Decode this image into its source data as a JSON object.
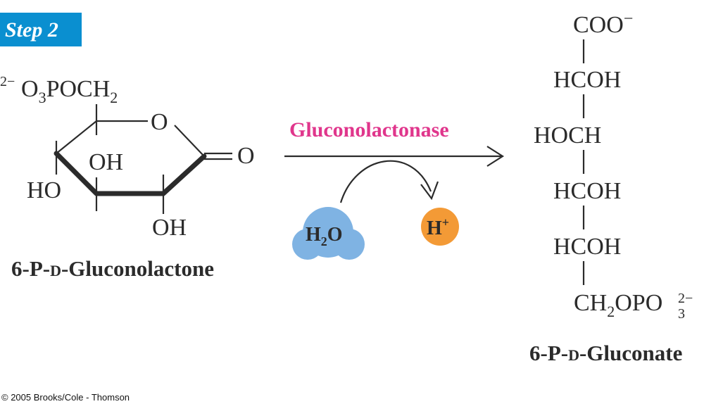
{
  "step_label": "Step 2",
  "colors": {
    "step_badge": "#0a8fd0",
    "enzyme_text": "#e0368c",
    "water_blob": "#7fb3e3",
    "proton_circle": "#f39a36"
  },
  "reactant": {
    "phosphate_prefix": "2−",
    "phosphate_group": "O3POCH2",
    "ring_oxygen": "O",
    "carbonyl_oxygen": "O",
    "oh_top": "OH",
    "ho_left": "HO",
    "oh_bottom": "OH",
    "name_a": "6-P-",
    "name_d": "D",
    "name_b": "-Gluconolactone"
  },
  "enzyme": "Gluconolactonase",
  "water": "H2O",
  "proton": "H+",
  "product": {
    "rows": [
      "COO−",
      "HCOH",
      "HOCH",
      "HCOH",
      "HCOH",
      "CH2OPO3 2−"
    ],
    "name_a": "6-P-",
    "name_d": "D",
    "name_b": "-Gluconate"
  },
  "copyright": "© 2005 Brooks/Cole - Thomson"
}
